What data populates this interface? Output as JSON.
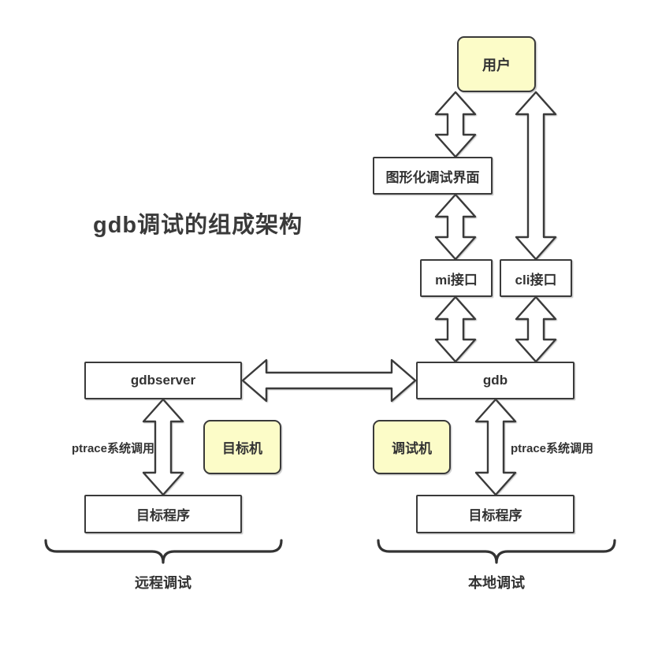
{
  "title": "gdb调试的组成架构",
  "nodes": {
    "user": {
      "label": "用户",
      "highlighted": true
    },
    "gui": {
      "label": "图形化调试界面",
      "highlighted": false
    },
    "mi": {
      "label": "mi接口",
      "highlighted": false
    },
    "cli": {
      "label": "cli接口",
      "highlighted": false
    },
    "gdbserver": {
      "label": "gdbserver",
      "highlighted": false
    },
    "gdb": {
      "label": "gdb",
      "highlighted": false
    },
    "target_machine": {
      "label": "目标机",
      "highlighted": true
    },
    "debug_machine": {
      "label": "调试机",
      "highlighted": true
    },
    "target_program_remote": {
      "label": "目标程序",
      "highlighted": false
    },
    "target_program_local": {
      "label": "目标程序",
      "highlighted": false
    }
  },
  "labels": {
    "ptrace_left": "ptrace系统调用",
    "ptrace_right": "ptrace系统调用",
    "remote_group": "远程调试",
    "local_group": "本地调试"
  },
  "connectors": [
    {
      "from": "user",
      "to": "gui",
      "style": "double-headed-block-arrow",
      "orientation": "vertical"
    },
    {
      "from": "user",
      "to": "cli",
      "style": "double-headed-block-arrow",
      "orientation": "vertical"
    },
    {
      "from": "gui",
      "to": "mi",
      "style": "double-headed-block-arrow",
      "orientation": "vertical"
    },
    {
      "from": "mi",
      "to": "gdb",
      "style": "double-headed-block-arrow",
      "orientation": "vertical"
    },
    {
      "from": "cli",
      "to": "gdb",
      "style": "double-headed-block-arrow",
      "orientation": "vertical"
    },
    {
      "from": "gdbserver",
      "to": "gdb",
      "style": "double-headed-block-arrow",
      "orientation": "horizontal"
    },
    {
      "from": "gdbserver",
      "to": "target_program_remote",
      "style": "double-headed-block-arrow",
      "orientation": "vertical"
    },
    {
      "from": "gdb",
      "to": "target_program_local",
      "style": "double-headed-block-arrow",
      "orientation": "vertical"
    }
  ],
  "groups": [
    {
      "label": "远程调试",
      "members": [
        "gdbserver",
        "target_machine",
        "target_program_remote"
      ]
    },
    {
      "label": "本地调试",
      "members": [
        "gdb",
        "debug_machine",
        "target_program_local"
      ]
    }
  ],
  "colors": {
    "highlight_fill": "#FCFCC8",
    "node_fill": "#FFFFFF",
    "stroke": "#3A3A3A",
    "text": "#333333",
    "background": "#FFFFFF"
  }
}
